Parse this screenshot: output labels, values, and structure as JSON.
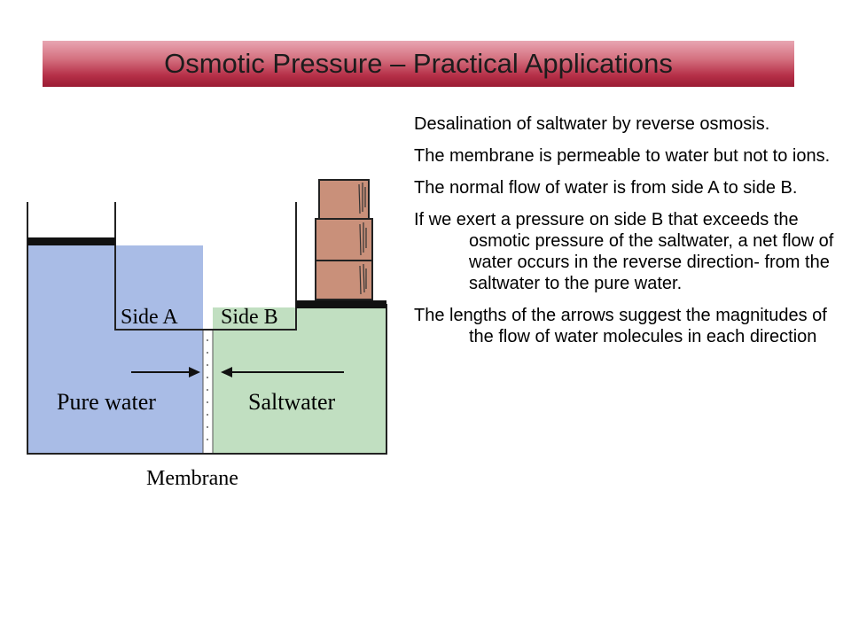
{
  "title": "Osmotic Pressure – Practical Applications",
  "diagram": {
    "side_a": "Side A",
    "side_b": "Side B",
    "pure_water": "Pure water",
    "saltwater": "Saltwater",
    "membrane": "Membrane",
    "colors": {
      "pure_water": "#a9bce6",
      "saltwater": "#c1dfc1",
      "weights": "#c9907a"
    }
  },
  "bullets": [
    "Desalination of saltwater by reverse osmosis.",
    "The membrane is permeable to water but not to ions.",
    "The normal flow of water is from side A to side B.",
    "If we exert a pressure on side B that exceeds the osmotic pressure of the saltwater, a net flow of water occurs in the reverse direction- from the saltwater to the pure water.",
    "The lengths of the arrows suggest the magnitudes of the flow of water molecules in each direction"
  ]
}
